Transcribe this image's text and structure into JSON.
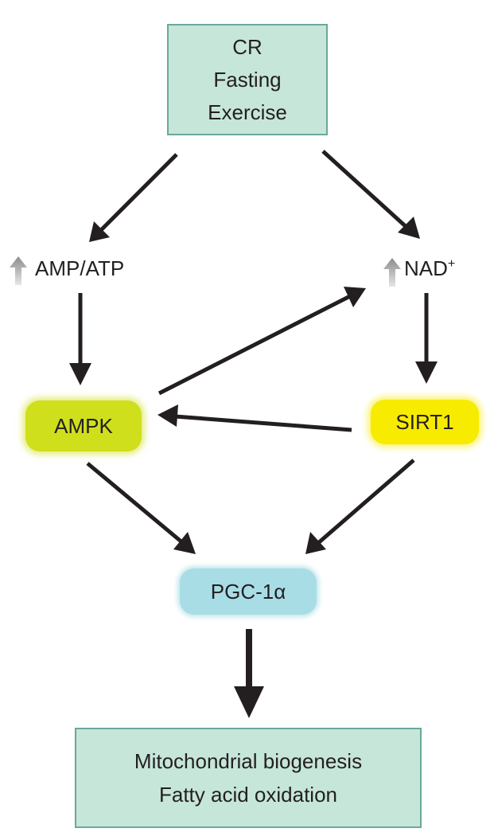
{
  "nodes": {
    "top": {
      "lines": [
        "CR",
        "Fasting",
        "Exercise"
      ]
    },
    "amp_atp": {
      "label": "AMP/ATP"
    },
    "nad": {
      "label": "NAD",
      "superscript": "+"
    },
    "ampk": {
      "label": "AMPK"
    },
    "sirt1": {
      "label": "SIRT1"
    },
    "pgc1a": {
      "label": "PGC-1α"
    },
    "bottom": {
      "lines": [
        "Mitochondrial biogenesis",
        "Fatty acid oxidation"
      ]
    }
  },
  "colors": {
    "box_fill": "#c6e6da",
    "box_border": "#6aa89a",
    "ampk_fill": "#cfdf1c",
    "sirt1_fill": "#f7eb00",
    "pgc_fill": "#a9dde6",
    "arrow": "#231f20",
    "up_arrow": "#9a9a9a"
  }
}
